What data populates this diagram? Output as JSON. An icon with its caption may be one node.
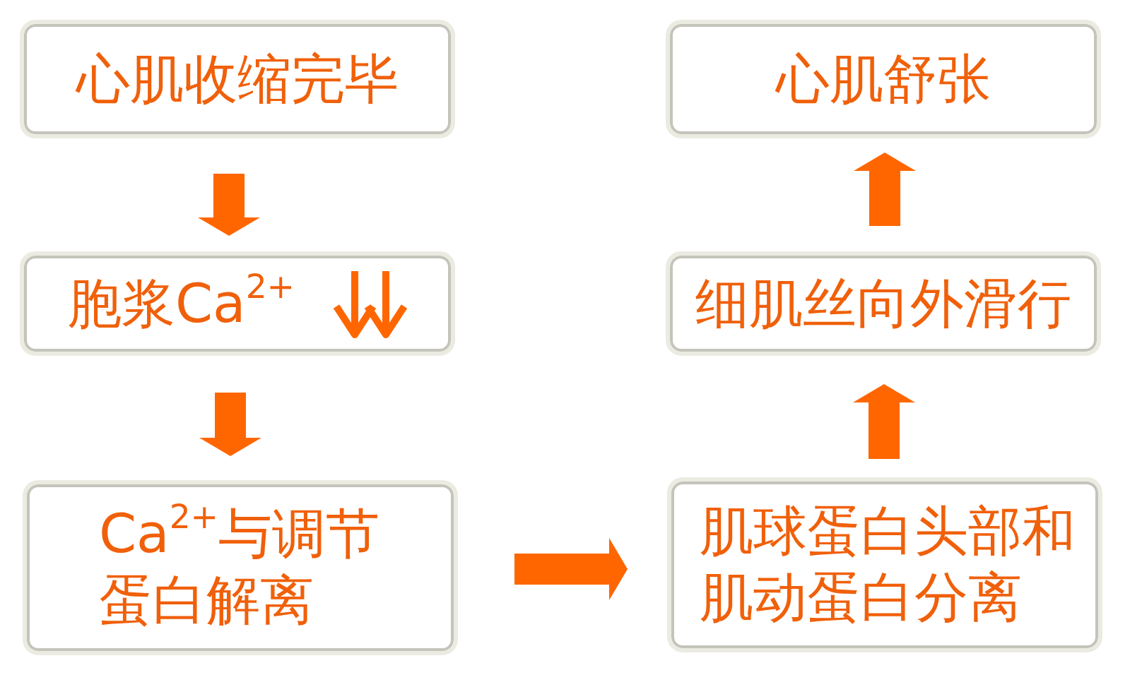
{
  "diagram": {
    "nodes": [
      {
        "text": [
          "心肌收缩完毕"
        ]
      },
      {
        "text": [
          "胞浆Ca$^{2+}$"
        ]
      },
      {
        "text": [
          "Ca$^{2+}$与调节蛋白解离"
        ]
      },
      {
        "text": [
          "肌球蛋白头部和肌动蛋白分离"
        ]
      },
      {
        "text": [
          "细肌丝向外滑行"
        ]
      },
      {
        "text": [
          "心肌舒张"
        ]
      }
    ],
    "edges": [
      {
        "from": 0,
        "to": 1,
        "arrow": "to"
      },
      {
        "from": 1,
        "to": 2,
        "arrow": "to"
      },
      {
        "from": 2,
        "to": 3,
        "arrow": "to"
      },
      {
        "from": 3,
        "to": 4,
        "arrow": "to"
      },
      {
        "from": 4,
        "to": 5,
        "arrow": "to"
      }
    ]
  }
}
